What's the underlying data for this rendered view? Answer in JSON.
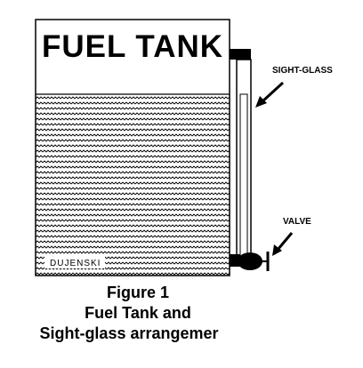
{
  "tank": {
    "title": "FUEL TANK",
    "watermark": "DUJENSKI"
  },
  "labels": {
    "sight_glass": "SIGHT-GLASS",
    "valve": "VALVE"
  },
  "caption": {
    "line1": "Figure 1",
    "line2": "Fuel Tank and",
    "line3": "Sight-glass arrangemer"
  },
  "colors": {
    "ink": "#000000",
    "paper": "#ffffff"
  }
}
